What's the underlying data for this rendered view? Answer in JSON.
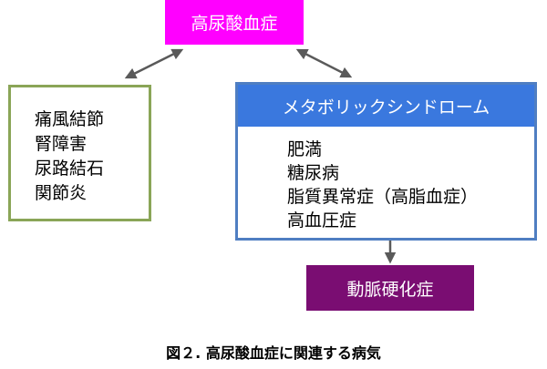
{
  "nodes": {
    "hyperuricemia": "高尿酸血症",
    "complications": [
      "痛風結節",
      "腎障害",
      "尿路結石",
      "関節炎"
    ],
    "metabolic_syndrome": {
      "title": "メタボリックシンドローム",
      "items": [
        "肥満",
        "糖尿病",
        "脂質異常症（高脂血症）",
        "高血圧症"
      ]
    },
    "atherosclerosis": "動脈硬化症"
  },
  "caption": "図２. 高尿酸血症に関連する病気",
  "colors": {
    "hyperuricemia_fill": "#ff00ff",
    "complications_border": "#8aa557",
    "metabolic_border": "#4f7ec2",
    "metabolic_header_fill": "#3a78de",
    "atherosclerosis_fill": "#7a0d72",
    "arrow": "#5a5a5a"
  }
}
